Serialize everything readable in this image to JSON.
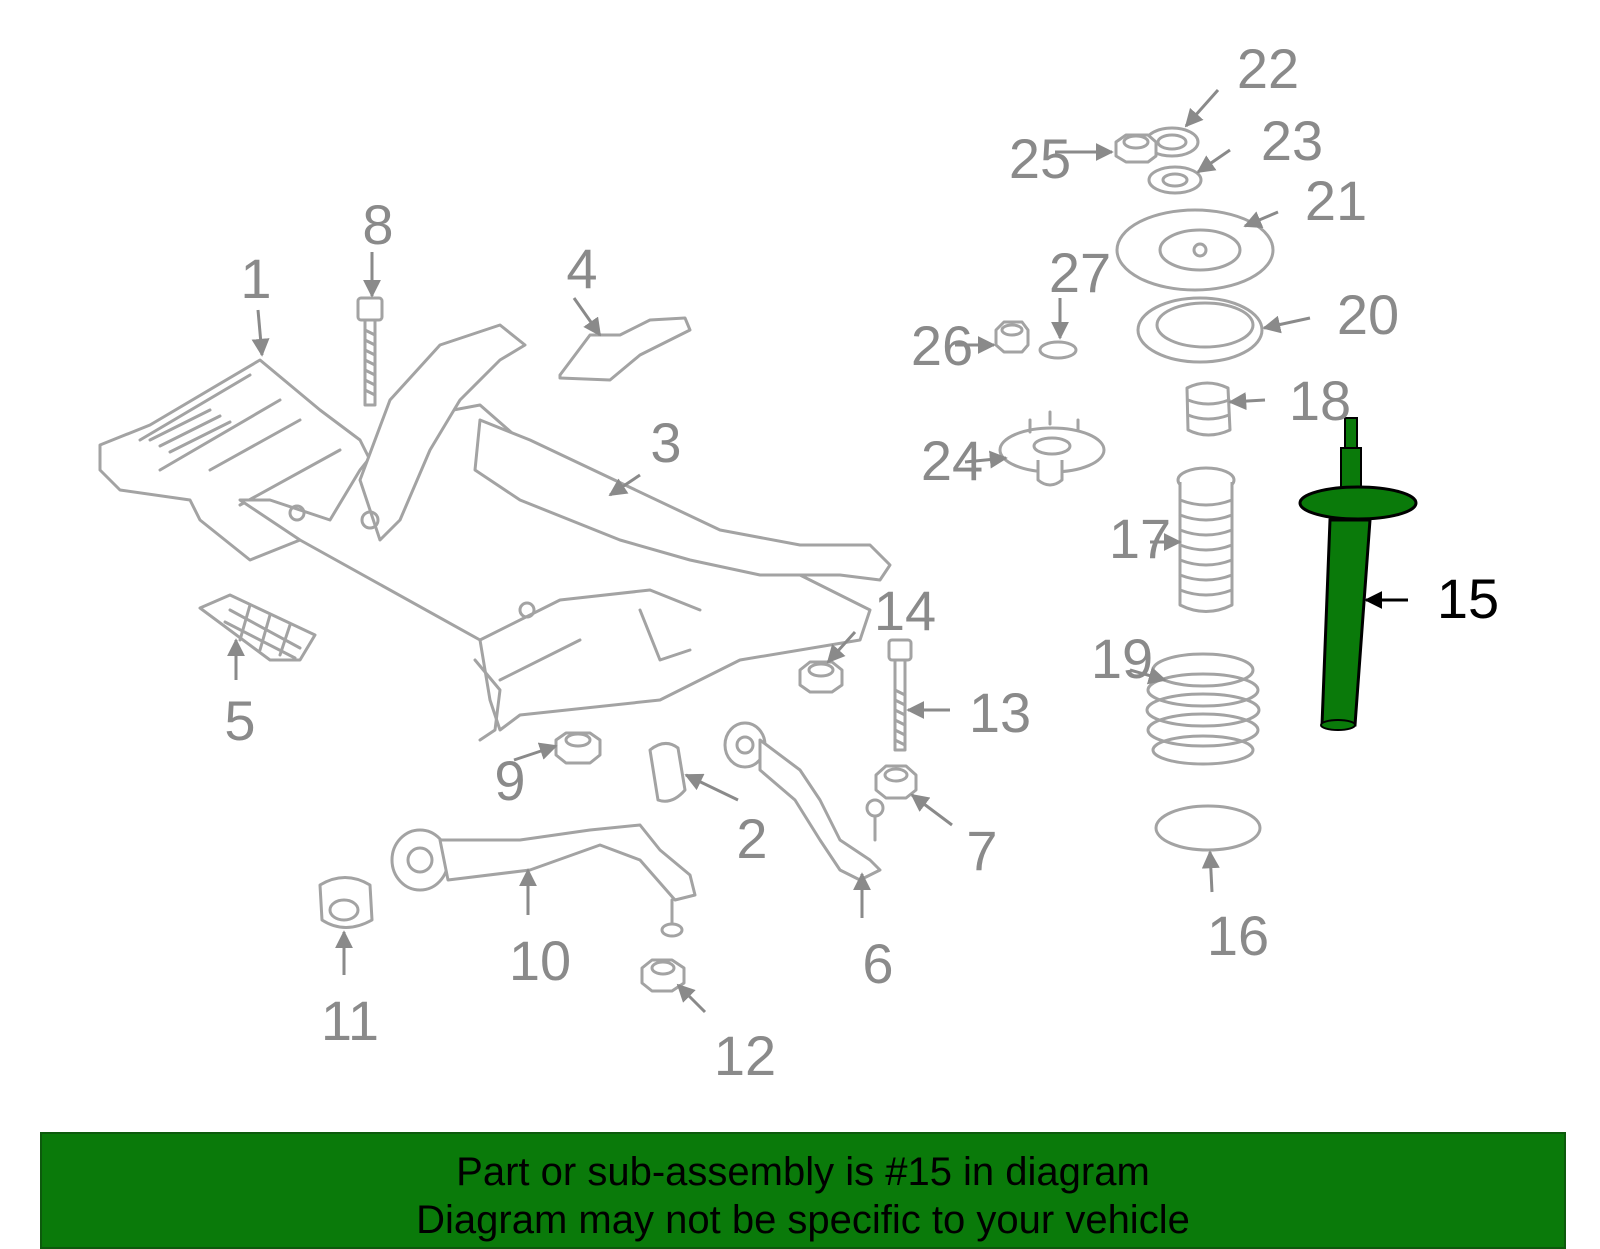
{
  "diagram": {
    "callouts": [
      "1",
      "2",
      "3",
      "4",
      "5",
      "6",
      "7",
      "8",
      "9",
      "10",
      "11",
      "12",
      "13",
      "14",
      "15",
      "16",
      "17",
      "18",
      "19",
      "20",
      "21",
      "22",
      "23",
      "24",
      "25",
      "26",
      "27"
    ],
    "highlighted_part": "15",
    "highlight_color": "#0a7a0a"
  },
  "banner": {
    "line1": "Part or sub-assembly is #15 in diagram",
    "line2": "Diagram may not be specific to your vehicle",
    "background": "#0a7a0a"
  }
}
